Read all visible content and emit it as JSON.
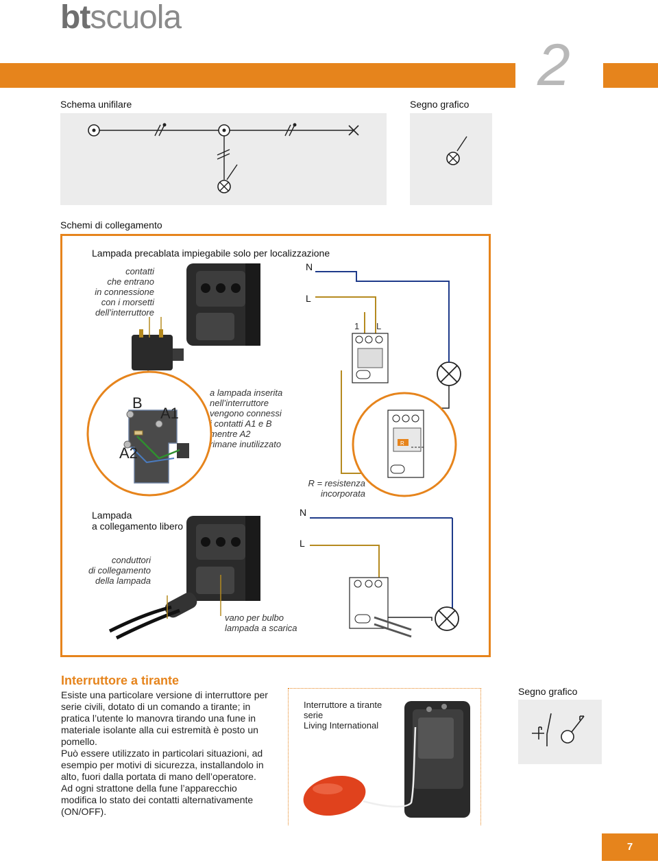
{
  "header": {
    "logo_bold": "bt",
    "logo_regular": "scuola",
    "chapter_number": "2"
  },
  "top": {
    "schema_unifilare_title": "Schema unifilare",
    "segno_grafico_title": "Segno grafico"
  },
  "collegamento": {
    "title": "Schemi di collegamento",
    "box_title": "Lampada precablata impiegabile solo per localizzazione",
    "contatti_label": [
      "contatti",
      "che entrano",
      "in connessione",
      "con i morsetti",
      "dell’interruttore"
    ],
    "inserita_label": [
      "a lampada inserita",
      "nell’interruttore",
      "vengono connessi",
      "i contatti A1 e B",
      "mentre A2",
      "rimane inutilizzato"
    ],
    "resistenza_label": [
      "R = resistenza",
      "incorporata"
    ],
    "lampada_libero_label": [
      "Lampada",
      "a collegamento libero"
    ],
    "conduttori_label": [
      "conduttori",
      "di collegamento",
      "della lampada"
    ],
    "vano_label": [
      "vano per bulbo",
      "lampada a scarica"
    ],
    "N": "N",
    "L": "L",
    "one": "1",
    "R": "R",
    "B": "B",
    "A1": "A1",
    "A2": "A2"
  },
  "interruttore": {
    "title": "Interruttore a tirante",
    "paragraphs": [
      "Esiste una particolare versione di interruttore per serie civili, dotato di un comando a tirante; in pratica l’utente lo manovra tirando una fune in materiale isolante alla cui estremità è posto un pomello.",
      "Può essere utilizzato in particolari situazioni, ad esempio per motivi di sicurezza, installandolo in alto, fuori dalla portata di mano dell’operatore.",
      "Ad ogni strattone della fune l’apparecchio modifica lo stato dei contatti alternativamente (ON/OFF)."
    ],
    "photo_label": [
      "Interruttore a tirante",
      "serie",
      "Living International"
    ],
    "segno_grafico_title": "Segno grafico"
  },
  "footer": {
    "page_number": "7"
  },
  "colors": {
    "accent": "#e6841c",
    "panel": "#ececec",
    "wire_N": "#1e3a8a",
    "wire_L": "#b58a1f"
  }
}
